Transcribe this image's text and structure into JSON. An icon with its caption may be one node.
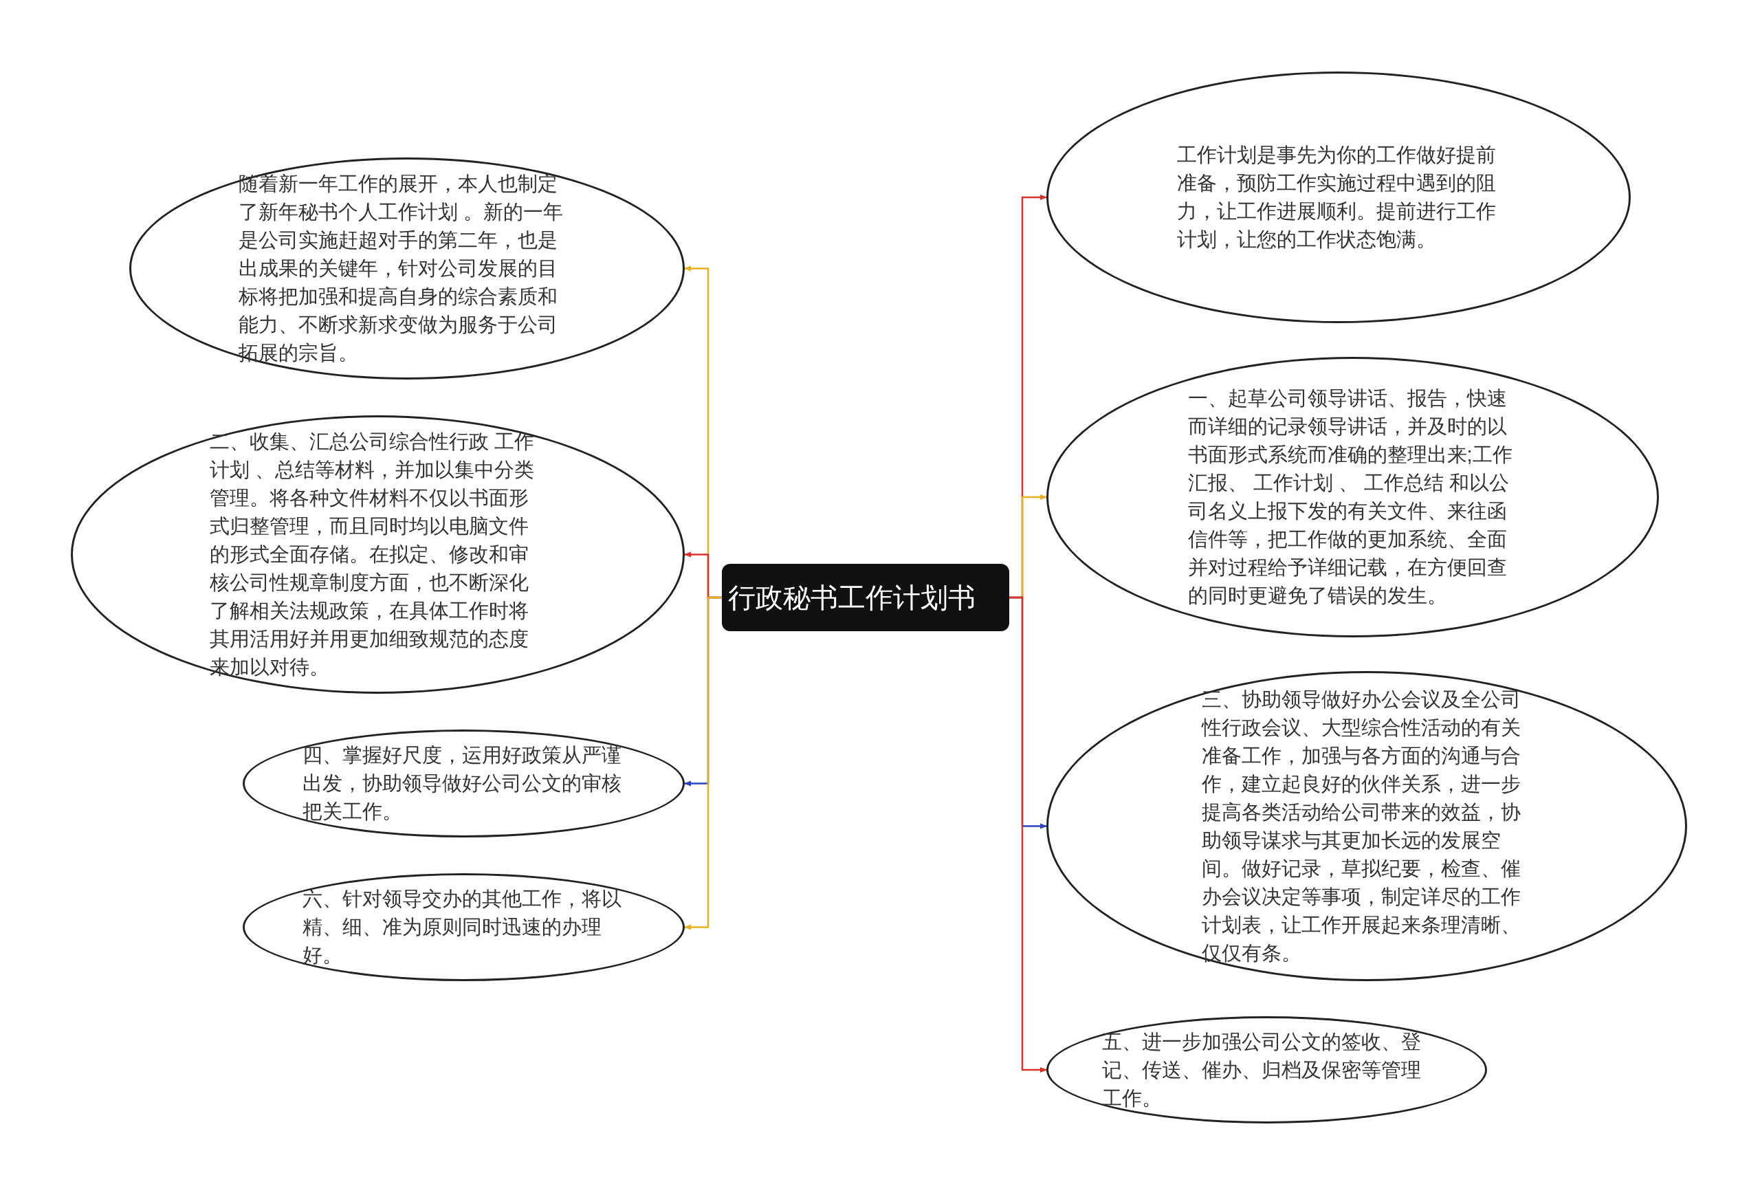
{
  "diagram": {
    "nodes": [
      {
        "text": [
          "行政秘书工作计划书"
        ]
      },
      {
        "text": [
          "随着新一年工作的展开，本人也制定了新年秘书个人工作计划 。新的一年是公司实施赶超对手的第二年，也是出成果的关键年，针对公司发展的目标将把加强和提高自身的综合素质和能力、不断求新求变做为服务于公司拓展的宗旨。"
        ]
      },
      {
        "text": [
          "二、收集、汇总公司综合性行政 工作计划 、总结等材料，并加以集中分类管理。将各种文件材料不仅以书面形式归整管理，而且同时均以电脑文件的形式全面存储。在拟定、修改和审核公司性规章制度方面，也不断深化了解相关法规政策，在具体工作时将其用活用好并用更加细致规范的态度来加以对待。"
        ]
      },
      {
        "text": [
          "四、掌握好尺度，运用好政策从严谨出发，协助领导做好公司公文的审核把关工作。"
        ]
      },
      {
        "text": [
          "六、针对领导交办的其他工作，将以精、细、准为原则同时迅速的办理好。"
        ]
      },
      {
        "text": [
          "工作计划是事先为你的工作做好提前准备，预防工作实施过程中遇到的阻力，让工作进展顺利。提前进行工作计划，让您的工作状态饱满。"
        ]
      },
      {
        "text": [
          "一、起草公司领导讲话、报告，快速而详细的记录领导讲话，并及时的以书面形式系统而准确的整理出来;工作汇报、 工作计划 、 工作总结 和以公司名义上报下发的有关文件、来往函信件等，把工作做的更加系统、全面并对过程给予详细记载，在方便回查的同时更避免了错误的发生。"
        ]
      },
      {
        "text": [
          "三、协助领导做好办公会议及全公司性行政会议、大型综合性活动的有关准备工作，加强与各方面的沟通与合作，建立起良好的伙伴关系，进一步提高各类活动给公司带来的效益，协助领导谋求与其更加长远的发展空间。做好记录，草拟纪要，检查、催办会议决定等事项，制定详尽的工作计划表，让工作开展起来条理清晰、仅仅有条。"
        ]
      },
      {
        "text": [
          "五、进一步加强公司公文的签收、登记、传送、催办、归档及保密等管理工作。"
        ]
      }
    ],
    "edges": [
      {
        "from": 0,
        "to": 1,
        "arrow": "to",
        "color": "#e6b01e"
      },
      {
        "from": 0,
        "to": 2,
        "arrow": "to",
        "color": "#d9322a"
      },
      {
        "from": 0,
        "to": 3,
        "arrow": "to",
        "color": "#2a44c4"
      },
      {
        "from": 0,
        "to": 4,
        "arrow": "to",
        "color": "#e6b01e"
      },
      {
        "from": 0,
        "to": 5,
        "arrow": "to",
        "color": "#d9322a"
      },
      {
        "from": 0,
        "to": 6,
        "arrow": "to",
        "color": "#e6b01e"
      },
      {
        "from": 0,
        "to": 7,
        "arrow": "to",
        "color": "#2a44c4"
      },
      {
        "from": 0,
        "to": 8,
        "arrow": "to",
        "color": "#d9322a"
      }
    ]
  }
}
